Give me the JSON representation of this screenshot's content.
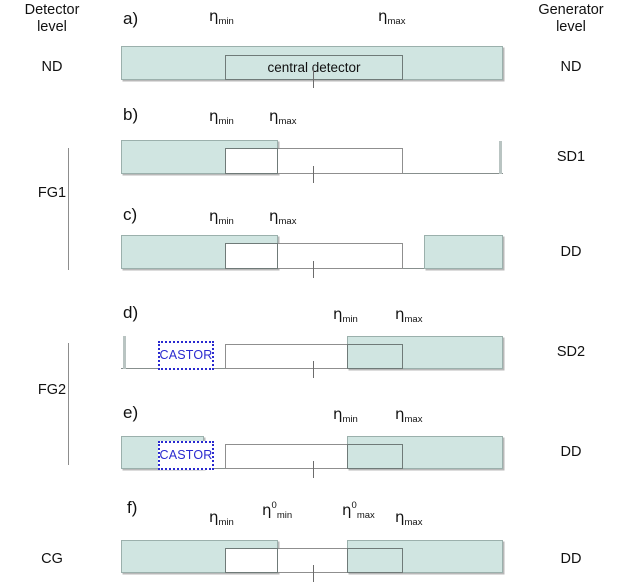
{
  "headers": {
    "detector": "Detector\nlevel",
    "detector_line1": "Detector",
    "detector_line2": "level",
    "generator_line1": "Generator",
    "generator_line2": "level"
  },
  "colors": {
    "fill": "#d0e5e1",
    "fill_border": "#9bb0ac",
    "castor_border": "#2a2ad0",
    "castor_text": "#2a2ad0",
    "axis": "#878f8d",
    "white_box_border": "#8f8f8f"
  },
  "detector_levels": [
    {
      "label": "ND",
      "panels": [
        "a"
      ]
    },
    {
      "label": "FG1",
      "panels": [
        "b",
        "c"
      ]
    },
    {
      "label": "FG2",
      "panels": [
        "d",
        "e"
      ]
    },
    {
      "label": "CG",
      "panels": [
        "f"
      ]
    }
  ],
  "panels": [
    {
      "letter": "a)",
      "generator_label": "ND",
      "inner_label": "central detector",
      "eta_labels": [
        {
          "base": "η",
          "sub": "min",
          "sup": ""
        },
        {
          "base": "η",
          "sup": "",
          "sub": "max"
        }
      ]
    },
    {
      "letter": "b)",
      "generator_label": "SD1",
      "inner_label": "",
      "eta_labels": [
        {
          "base": "η",
          "sub": "min",
          "sup": ""
        },
        {
          "base": "η",
          "sub": "max",
          "sup": ""
        }
      ]
    },
    {
      "letter": "c)",
      "generator_label": "DD",
      "inner_label": "",
      "eta_labels": [
        {
          "base": "η",
          "sub": "min",
          "sup": ""
        },
        {
          "base": "η",
          "sub": "max",
          "sup": ""
        }
      ]
    },
    {
      "letter": "d)",
      "generator_label": "SD2",
      "inner_label": "",
      "castor_label": "CASTOR",
      "eta_labels": [
        {
          "base": "η",
          "sub": "min",
          "sup": ""
        },
        {
          "base": "η",
          "sub": "max",
          "sup": ""
        }
      ]
    },
    {
      "letter": "e)",
      "generator_label": "DD",
      "inner_label": "",
      "castor_label": "CASTOR",
      "eta_labels": [
        {
          "base": "η",
          "sub": "min",
          "sup": ""
        },
        {
          "base": "η",
          "sub": "max",
          "sup": ""
        }
      ]
    },
    {
      "letter": "f)",
      "generator_label": "DD",
      "inner_label": "",
      "eta_labels": [
        {
          "base": "η",
          "sub": "min",
          "sup": ""
        },
        {
          "base": "η",
          "sub": "min",
          "sup": "0"
        },
        {
          "base": "η",
          "sub": "max",
          "sup": "0"
        },
        {
          "base": "η",
          "sub": "max",
          "sup": ""
        }
      ]
    }
  ]
}
